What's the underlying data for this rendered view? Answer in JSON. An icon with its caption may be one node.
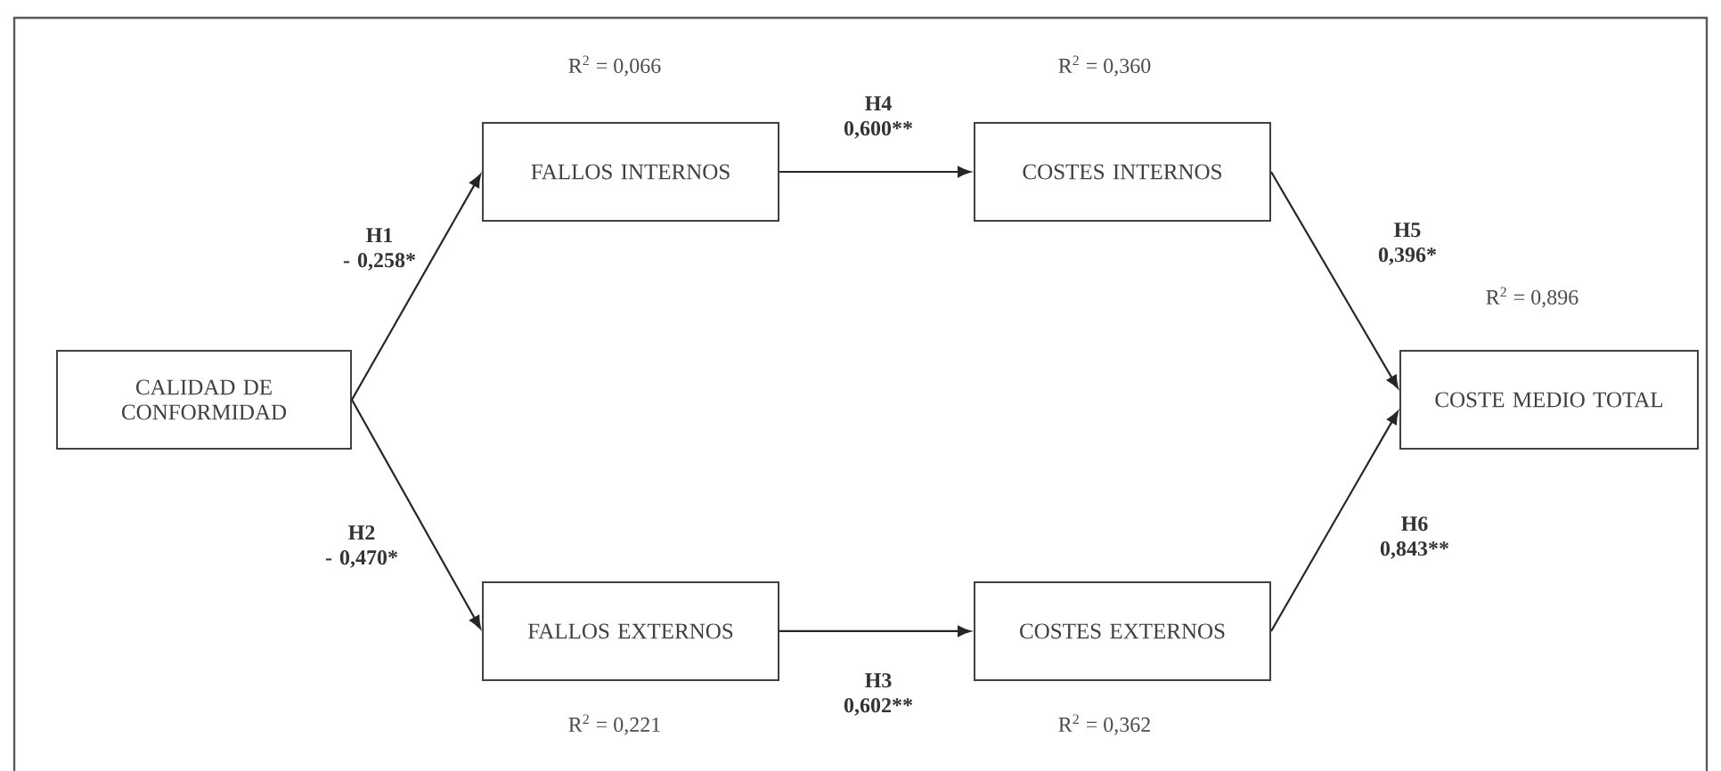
{
  "diagram": {
    "nodes": [
      {
        "text": [
          "CALIDAD DE CONFORMIDAD"
        ]
      },
      {
        "text": [
          "FALLOS INTERNOS"
        ],
        "beside": [
          "R$^{2}$ = 0,066"
        ]
      },
      {
        "text": [
          "COSTES INTERNOS"
        ],
        "beside": [
          "R$^{2}$ = 0,360"
        ]
      },
      {
        "text": [
          "FALLOS EXTERNOS"
        ],
        "beside": [
          "R$^{2}$ = 0,221"
        ]
      },
      {
        "text": [
          "COSTES EXTERNOS"
        ],
        "beside": [
          "R$^{2}$ = 0,362"
        ]
      },
      {
        "text": [
          "COSTE MEDIO TOTAL"
        ],
        "beside": [
          "R$^{2}$ = 0,896"
        ]
      }
    ],
    "edges": [
      {
        "from": 0,
        "to": 1,
        "arrow": "to",
        "label": "H1 - 0,258*"
      },
      {
        "from": 0,
        "to": 3,
        "arrow": "to",
        "label": "H2 - 0,470*"
      },
      {
        "from": 1,
        "to": 2,
        "arrow": "to",
        "label": "H4 0,600**"
      },
      {
        "from": 3,
        "to": 4,
        "arrow": "to",
        "label": "H3 0,602**"
      },
      {
        "from": 2,
        "to": 5,
        "arrow": "to",
        "label": "H5 0,396*"
      },
      {
        "from": 4,
        "to": 5,
        "arrow": "to",
        "label": "H6 0,843**"
      }
    ]
  }
}
